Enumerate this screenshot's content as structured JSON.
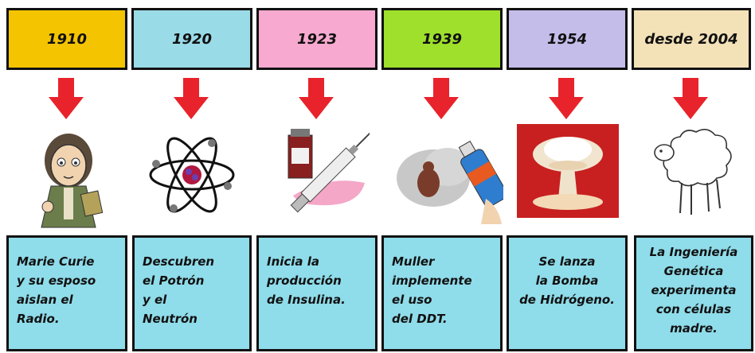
{
  "timeline": [
    {
      "year": "1910",
      "color": "#f5c400",
      "image": "marie-curie-caricature",
      "text": "Marie Curie\ny su esposo\naislan el\nRadio."
    },
    {
      "year": "1920",
      "color": "#9adbe8",
      "image": "atom-icon",
      "text": "Descubren\nel Potrón\ny el\nNeutrón"
    },
    {
      "year": "1923",
      "color": "#f7a9cf",
      "image": "insulin-syringe",
      "text": "Inicia la\nproducción\nde Insulina."
    },
    {
      "year": "1939",
      "color": "#9ee02c",
      "image": "ddt-spray",
      "text": "Muller\nimplemente\nel uso\ndel DDT."
    },
    {
      "year": "1954",
      "color": "#c4bdea",
      "image": "mushroom-cloud",
      "text": "Se lanza\nla Bomba\nde Hidrógeno."
    },
    {
      "year": "desde 2004",
      "color": "#f3e2b8",
      "image": "cloned-sheep",
      "text": "La Ingeniería\nGenética\nexperimenta\ncon células\nmadre."
    }
  ],
  "colors": {
    "arrow": "#e8232b",
    "description_bg": "#8fdcea"
  }
}
